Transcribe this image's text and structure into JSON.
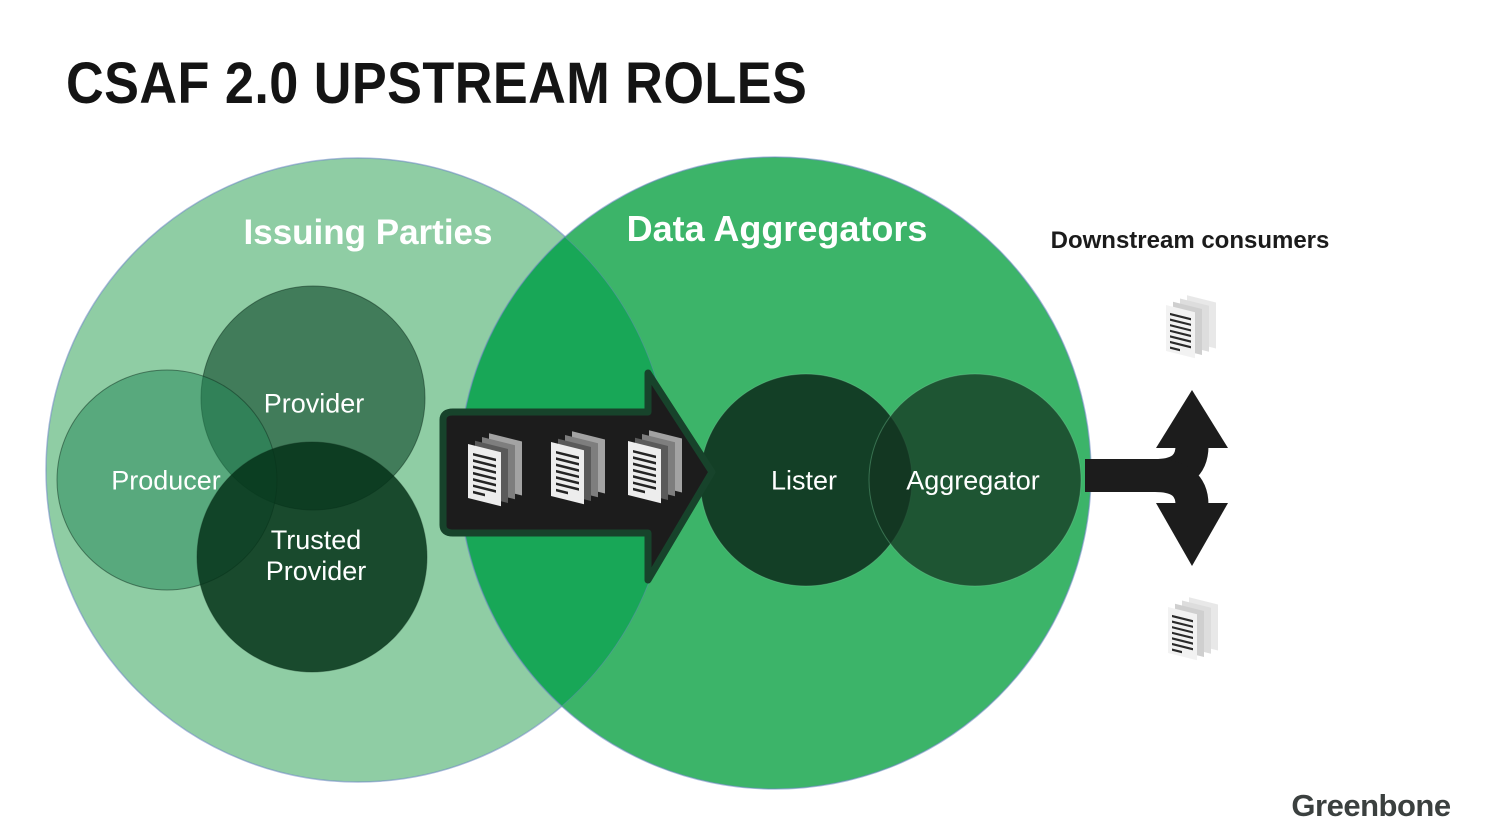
{
  "title": "CSAF 2.0 UPSTREAM ROLES",
  "venn": {
    "issuing_parties": {
      "label": "Issuing Parties",
      "color": "#8FCDA4",
      "roles": {
        "provider": "Provider",
        "producer": "Producer",
        "trusted_provider": "Trusted Provider"
      }
    },
    "data_aggregators": {
      "label": "Data Aggregators",
      "color": "#3CB469",
      "overlap_color": "#18A757",
      "roles": {
        "lister": "Lister",
        "aggregator": "Aggregator"
      }
    }
  },
  "downstream": {
    "label": "Downstream consumers"
  },
  "brand": {
    "name": "Greenbone"
  },
  "colors": {
    "background": "#FFFFFF",
    "arrow": "#1C1C1C",
    "arrow_outline": "#17432B",
    "title_text": "#141414"
  },
  "icons": {
    "flow_arrow": "flow-arrow-icon",
    "fork_arrow": "fork-arrow-icon",
    "documents": "document-stack-icon"
  }
}
